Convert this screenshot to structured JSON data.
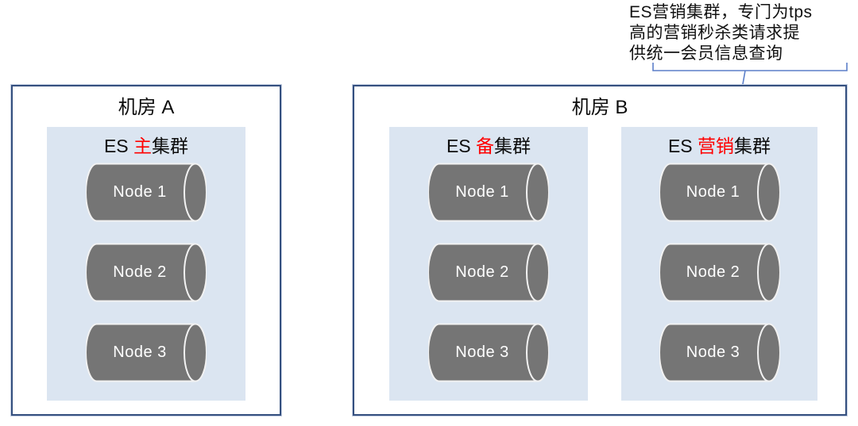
{
  "annotation": {
    "lines": [
      "ES营销集群，专门为tps",
      "高的营销秒杀类请求提",
      "供统一会员信息查询"
    ]
  },
  "rooms": [
    {
      "title": "机房 A",
      "clusters": [
        {
          "title": {
            "pre": "ES ",
            "highlight": "主",
            "post": "集群"
          },
          "nodes": [
            "Node 1",
            "Node 2",
            "Node 3"
          ]
        }
      ]
    },
    {
      "title": "机房 B",
      "clusters": [
        {
          "title": {
            "pre": "ES ",
            "highlight": "备",
            "post": "集群"
          },
          "nodes": [
            "Node 1",
            "Node 2",
            "Node 3"
          ]
        },
        {
          "title": {
            "pre": "ES ",
            "highlight": "营销",
            "post": "集群"
          },
          "nodes": [
            "Node 1",
            "Node 2",
            "Node 3"
          ]
        }
      ]
    }
  ],
  "colors": {
    "room_border": "#35507f",
    "cluster_background": "#dbe5f1",
    "cylinder_fill": "#757575",
    "cylinder_outline": "#f2f2f2",
    "highlight_red": "#ff0000",
    "connector_blue": "#5b7fc9",
    "node_text": "#ffffff",
    "body_text": "#111111"
  }
}
